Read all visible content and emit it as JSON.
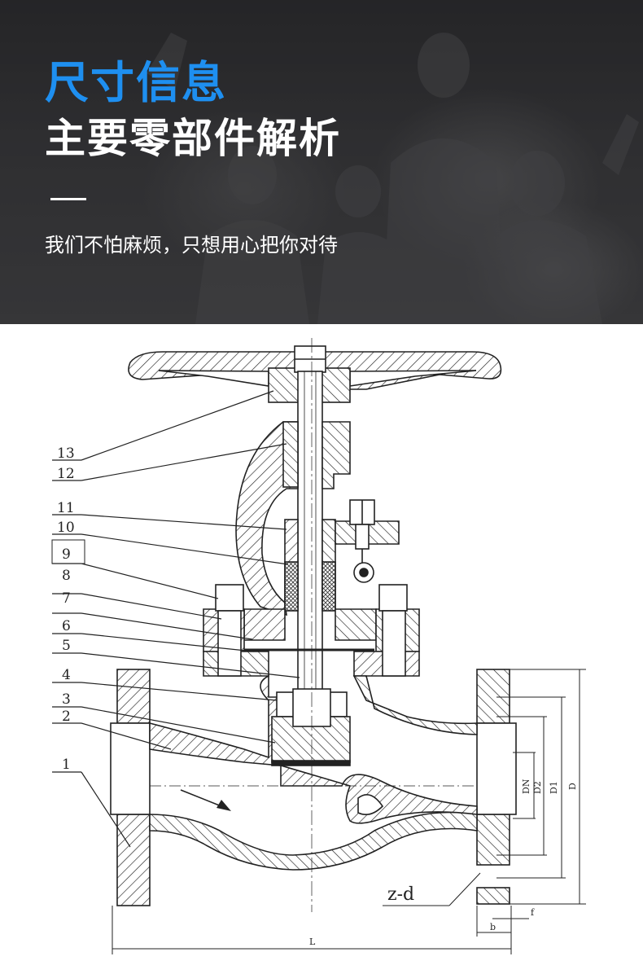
{
  "banner": {
    "title_blue": "尺寸信息",
    "title_white": "主要零部件解析",
    "subtitle": "我们不怕麻烦，只想用心把你对待",
    "accent_color": "#1e8ff0"
  },
  "diagram": {
    "part_numbers": [
      "13",
      "12",
      "11",
      "10",
      "9",
      "8",
      "7",
      "6",
      "5",
      "4",
      "3",
      "2",
      "1"
    ],
    "dimension_labels": {
      "dn": "DN",
      "d2": "D2",
      "d1": "D1",
      "d": "D",
      "l": "L",
      "b": "b",
      "f": "f",
      "zd": "z-d"
    }
  }
}
